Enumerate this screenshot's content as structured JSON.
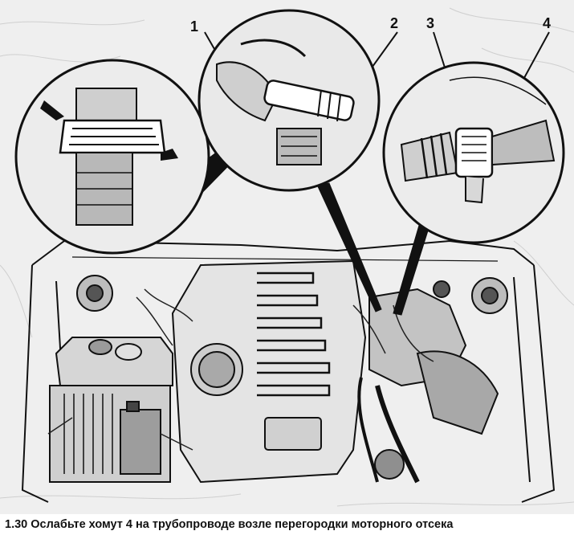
{
  "figure": {
    "callout_numbers": [
      "1",
      "2",
      "3",
      "4"
    ],
    "caption": "1.30 Ослабьте хомут 4 на трубопроводе возле перегородки моторного отсека"
  },
  "colors": {
    "ink": "#111111",
    "paper": "#efefef",
    "mid_gray": "#8a8a8a",
    "light_gray": "#c8c8c8"
  }
}
